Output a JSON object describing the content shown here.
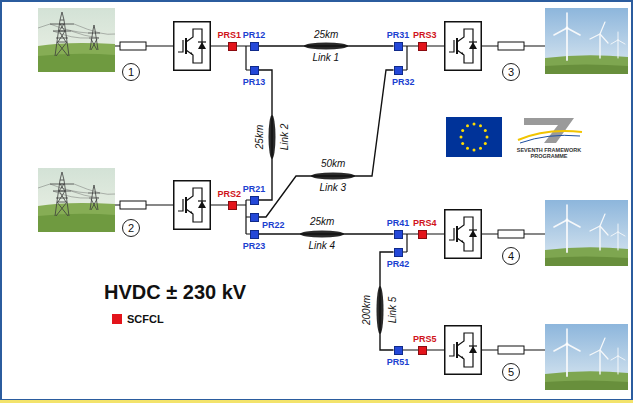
{
  "diagram": {
    "nodes": [
      {
        "text": [
          "1"
        ]
      },
      {
        "text": [
          "PRS1"
        ]
      },
      {
        "text": [
          "PR12"
        ]
      },
      {
        "text": [
          "PR13"
        ]
      },
      {
        "text": [
          "PR31"
        ]
      },
      {
        "text": [
          "PRS3"
        ]
      },
      {
        "text": [
          "PR32"
        ]
      },
      {
        "text": [
          "3"
        ]
      },
      {
        "text": [
          "2"
        ]
      },
      {
        "text": [
          "PRS2"
        ]
      },
      {
        "text": [
          "PR21"
        ]
      },
      {
        "text": [
          "PR22"
        ]
      },
      {
        "text": [
          "PR23"
        ]
      },
      {
        "text": [
          "PR41"
        ]
      },
      {
        "text": [
          "PRS4"
        ]
      },
      {
        "text": [
          "PR42"
        ]
      },
      {
        "text": [
          "4"
        ]
      },
      {
        "text": [
          "PR51"
        ]
      },
      {
        "text": [
          "PRS5"
        ]
      },
      {
        "text": [
          "5"
        ]
      }
    ],
    "edges": [
      {
        "from": 2,
        "to": 4,
        "arrow": "none",
        "label": "Link 1"
      },
      {
        "from": 3,
        "to": 10,
        "arrow": "none",
        "label": "Link 2"
      },
      {
        "from": 11,
        "to": 6,
        "arrow": "none",
        "label": "Link 3"
      },
      {
        "from": 12,
        "to": 13,
        "arrow": "none",
        "label": "Link 4"
      },
      {
        "from": 15,
        "to": 17,
        "arrow": "none",
        "label": "Link 5"
      }
    ],
    "labels": [
      "25km",
      "25km",
      "50km",
      "SEVENTH FRAMEWORK PROGRAMME",
      "25km",
      "HVDC ± 230 kV",
      "200km"
    ],
    "legend": [
      {
        "text": "SCFCL",
        "color": "#e3141b"
      }
    ]
  }
}
